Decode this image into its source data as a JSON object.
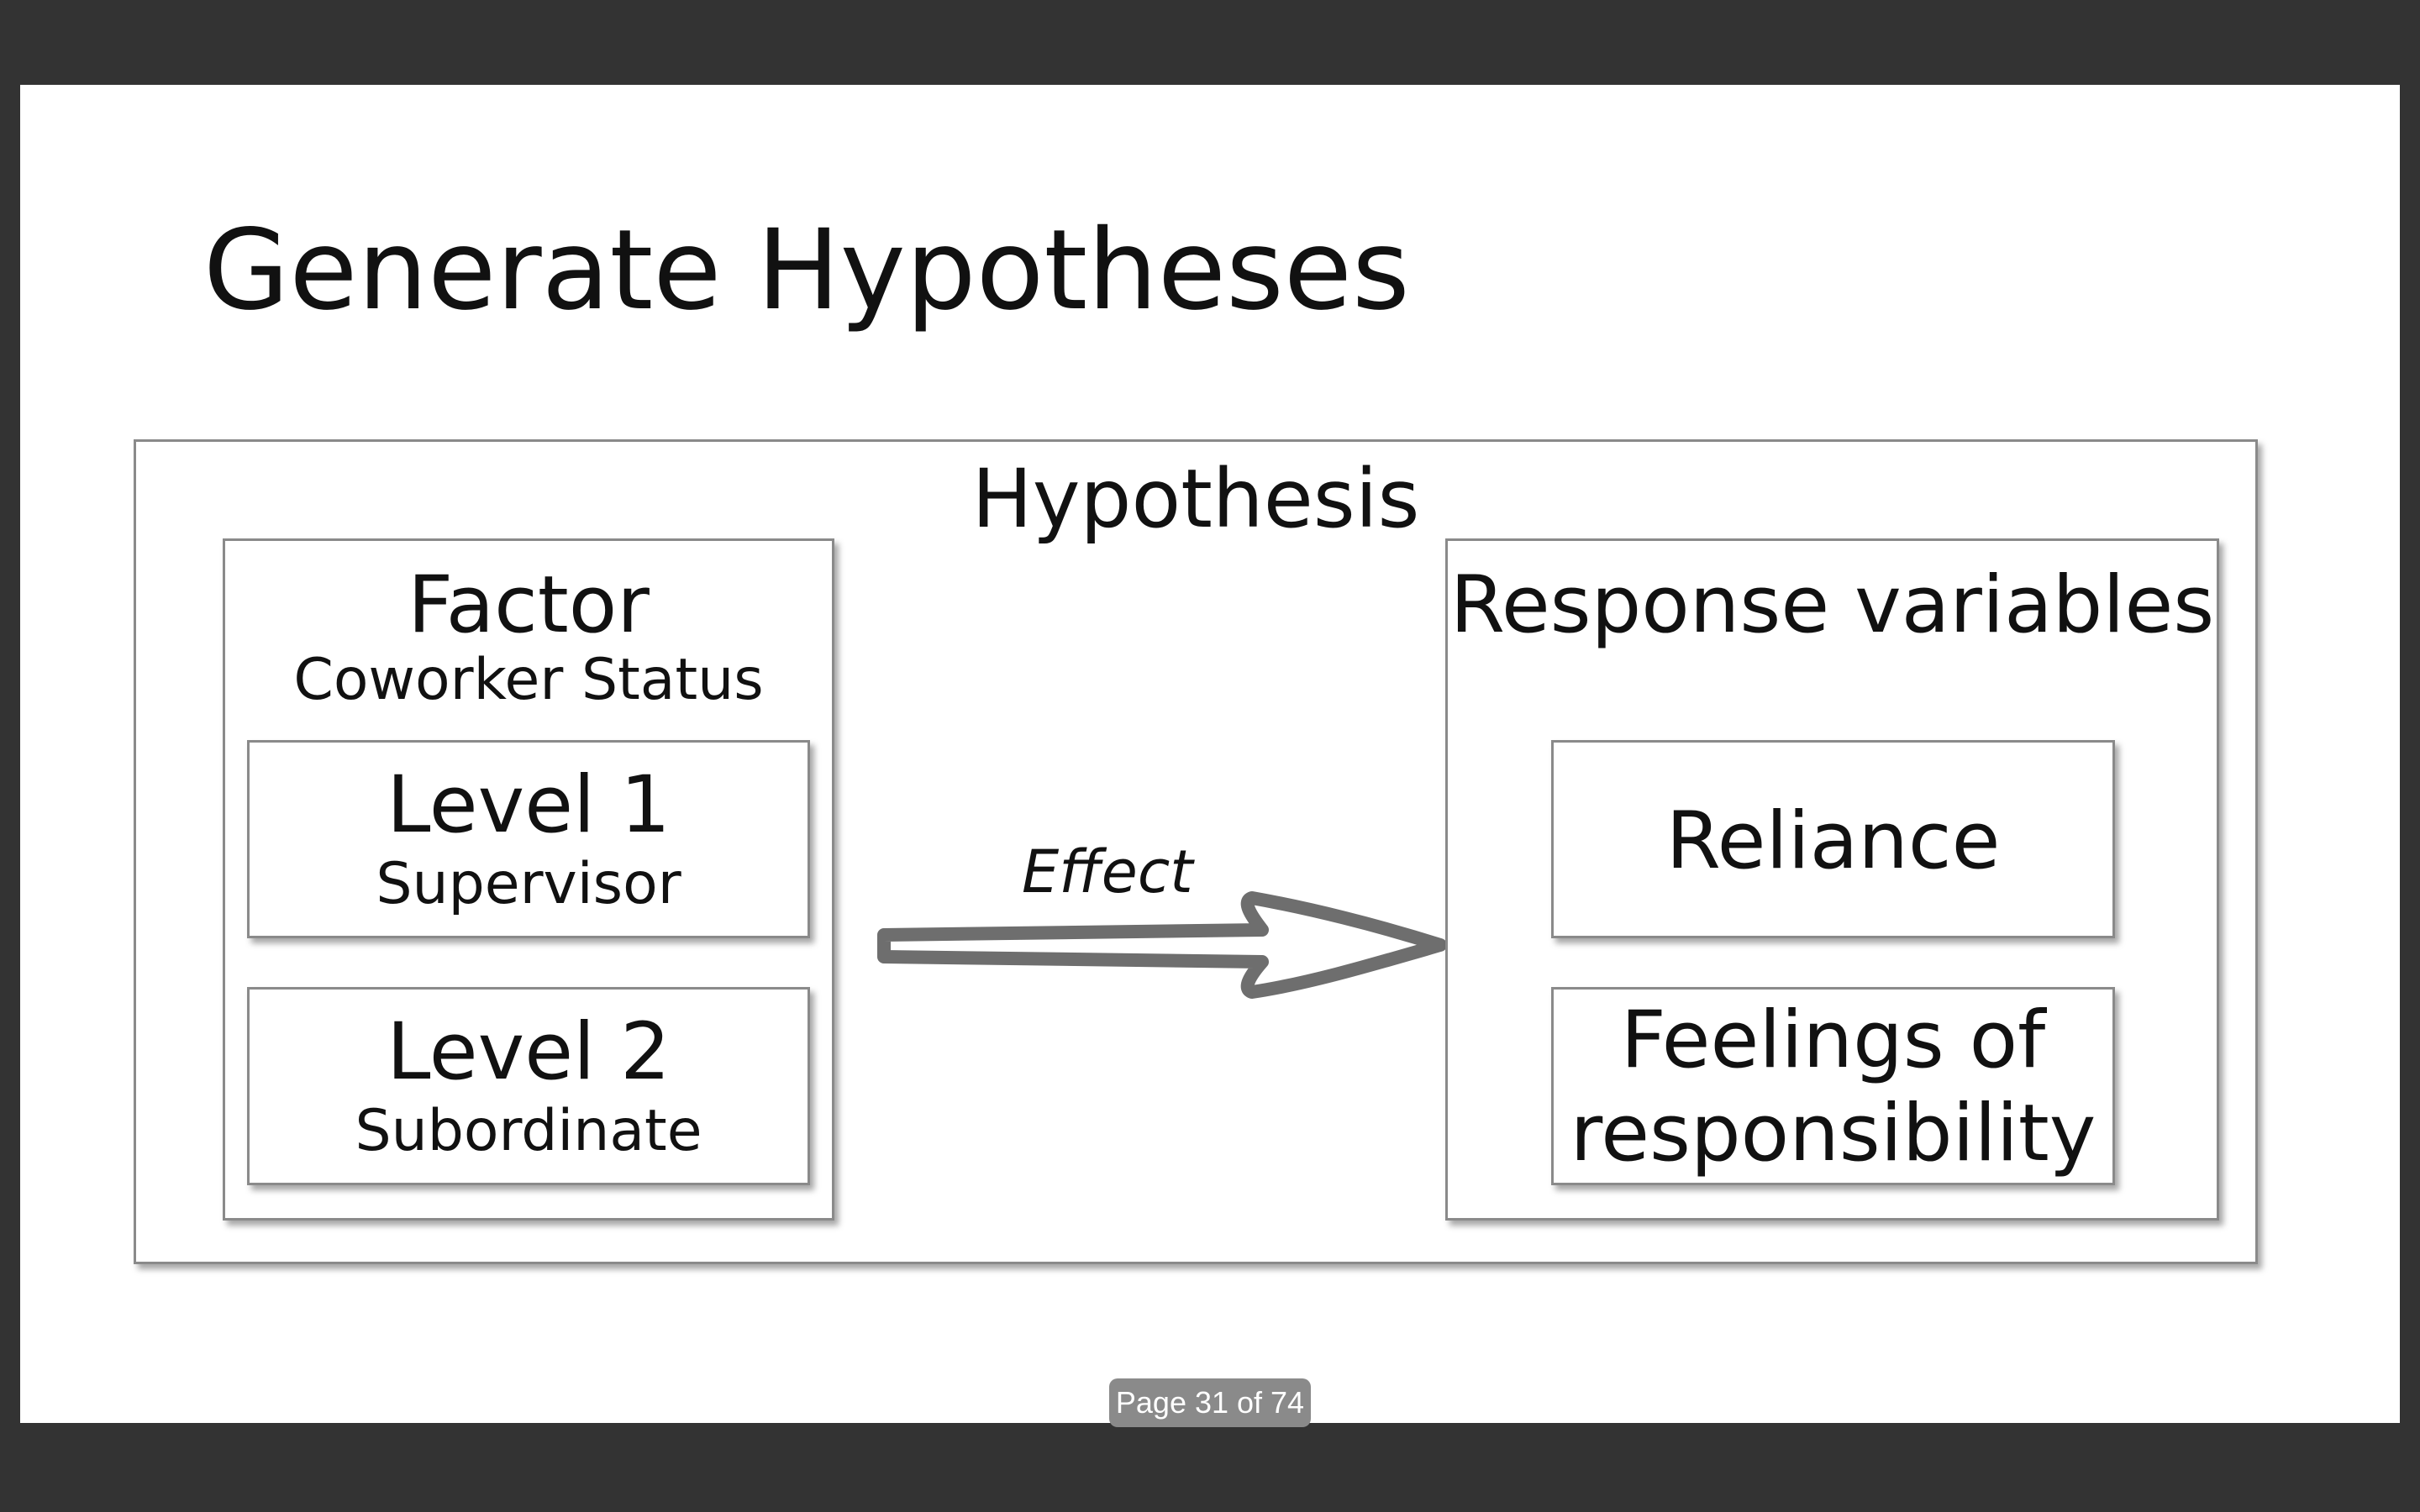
{
  "slide": {
    "title": "Generate Hypotheses",
    "diagram": {
      "heading": "Hypothesis",
      "factor": {
        "title": "Factor",
        "subtitle": "Coworker Status",
        "levels": [
          {
            "title": "Level 1",
            "subtitle": "Supervisor"
          },
          {
            "title": "Level 2",
            "subtitle": "Subordinate"
          }
        ]
      },
      "arrow_label": "Effect",
      "response": {
        "title": "Response variables",
        "items": [
          {
            "line1": "Reliance"
          },
          {
            "line1": "Feelings of",
            "line2": "responsibility"
          }
        ]
      }
    }
  },
  "viewer": {
    "page_indicator": "Page 31 of 74"
  },
  "colors": {
    "background": "#333333",
    "slide": "#ffffff",
    "text": "#111111",
    "box_border": "#8a8a8a",
    "arrow": "#6e6e6e",
    "page_pill": "#8a8a8a"
  }
}
